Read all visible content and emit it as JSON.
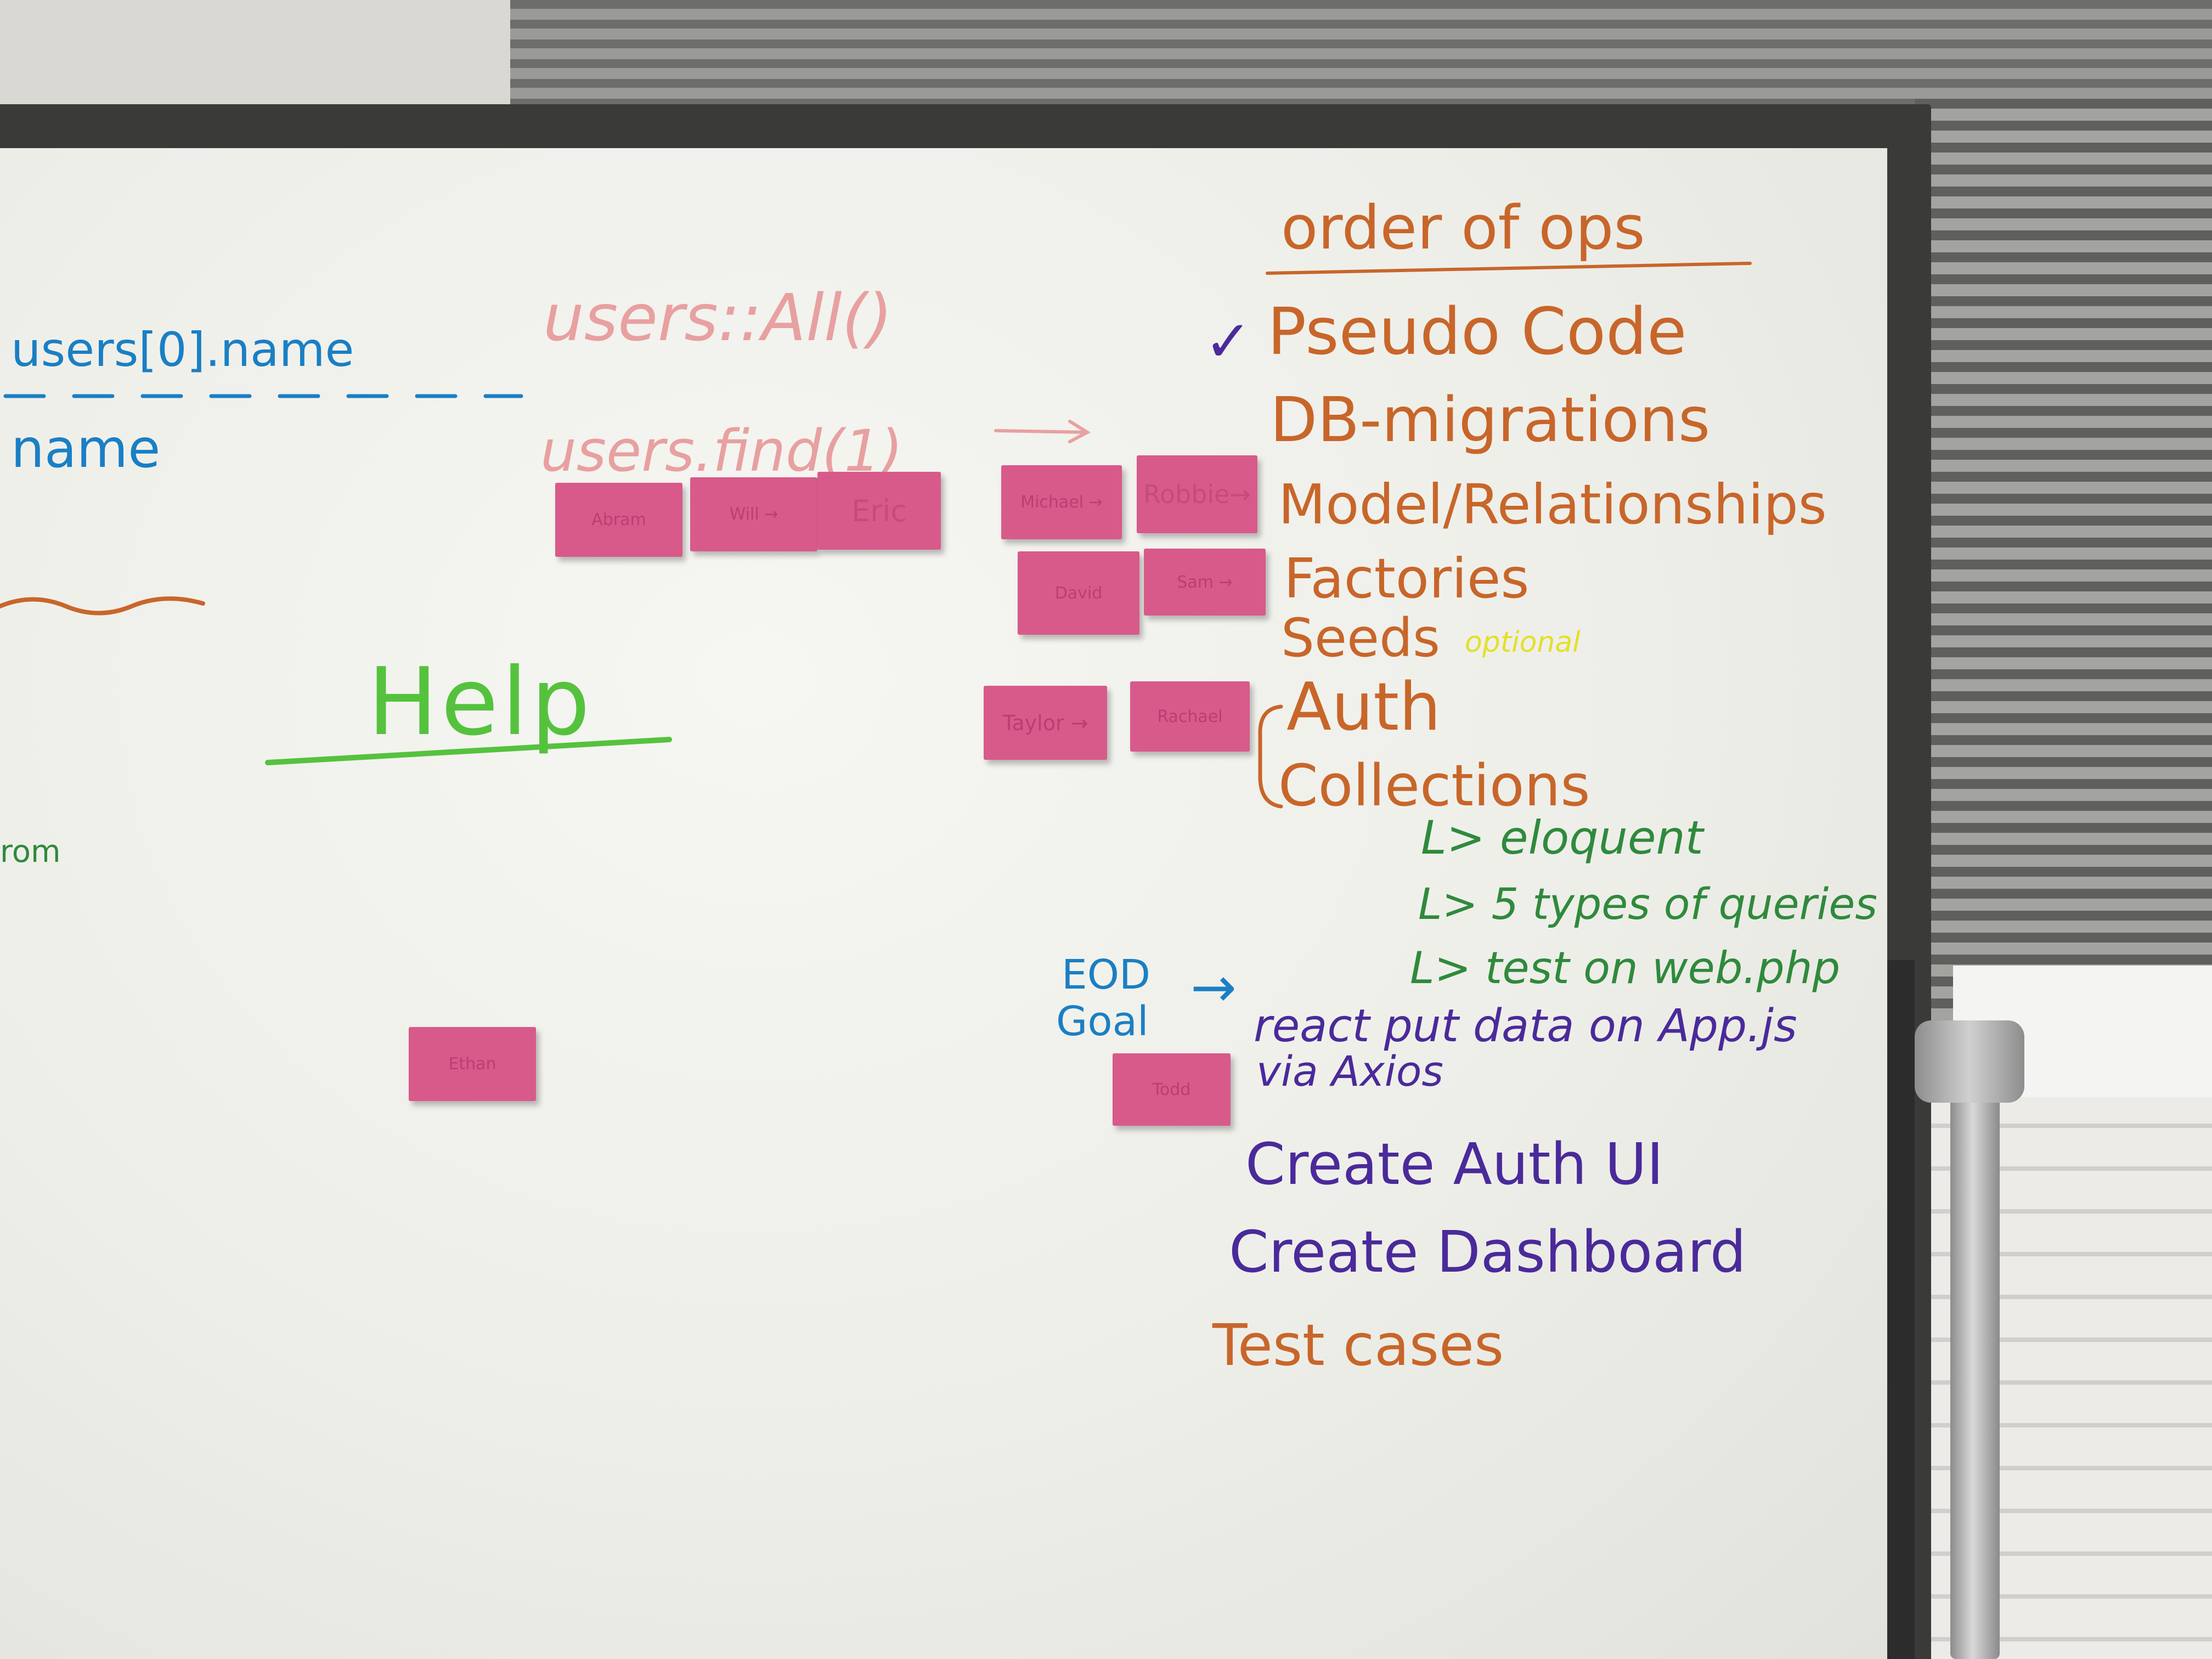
{
  "image": {
    "left_board": {
      "code_line_1": "users[0].name",
      "code_line_2": "name",
      "fragment": "rom",
      "help_heading": "Help"
    },
    "middle_board": {
      "code_line_1": "users::All()",
      "code_line_2": "users.find(1)",
      "sticky_notes": [
        {
          "label": "Abram"
        },
        {
          "label": "Will →"
        },
        {
          "label": "Eric"
        },
        {
          "label": "Michael →"
        },
        {
          "label": "Robbie→"
        },
        {
          "label": "David"
        },
        {
          "label": "Sam →"
        },
        {
          "label": "Taylor →"
        },
        {
          "label": "Rachael"
        },
        {
          "label": "Ethan"
        },
        {
          "label": "Todd"
        }
      ]
    },
    "order_of_ops": {
      "heading": "order of ops",
      "check_mark": "✓",
      "items": [
        {
          "text": "Pseudo Code"
        },
        {
          "text": "DB-migrations"
        },
        {
          "text": "Model/Relationships"
        },
        {
          "text": "Factories"
        },
        {
          "text": "Seeds"
        },
        {
          "text": "Auth"
        },
        {
          "text": "Collections"
        }
      ],
      "seeds_note": "optional",
      "sub_items": [
        {
          "text": "L> eloquent"
        },
        {
          "text": "L> 5 types of queries"
        },
        {
          "text": "L> test on web.php"
        }
      ]
    },
    "eod_goal": {
      "label_line_1": "EOD",
      "label_line_2": "Goal",
      "arrow": "→",
      "goal_line_1": "react put data on App.js",
      "goal_line_2": "via Axios",
      "task_1": "Create Auth UI",
      "task_2": "Create Dashboard",
      "task_3": "Test cases"
    },
    "colors": {
      "blue_marker": "#1a7fc4",
      "red_marker": "#e07070",
      "orange_marker": "#c8662a",
      "green_marker": "#2f8a3c",
      "bright_green_marker": "#55c23e",
      "purple_marker": "#4a2a9a",
      "yellow_marker": "#e3e02a",
      "sticky_note": "#d85a8a"
    }
  }
}
